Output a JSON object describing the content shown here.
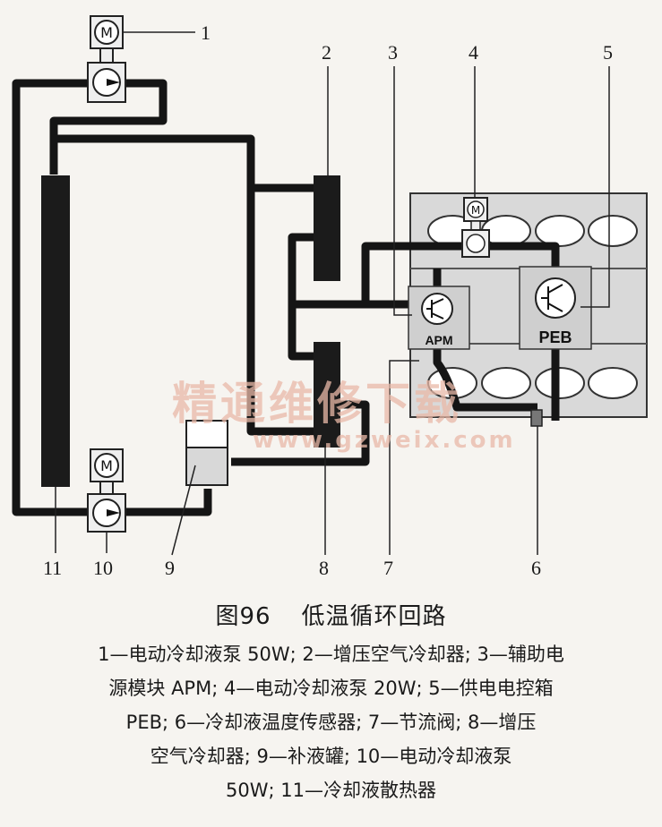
{
  "diagram": {
    "labels": {
      "n1": "1",
      "n2": "2",
      "n3": "3",
      "n4": "4",
      "n5": "5",
      "n6": "6",
      "n7": "7",
      "n8": "8",
      "n9": "9",
      "n10": "10",
      "n11": "11"
    },
    "components": {
      "apm": "APM",
      "peb": "PEB"
    },
    "watermark": {
      "text": "精通维修下载",
      "url": "www.gzweix.com"
    }
  },
  "caption": {
    "figure": "图96",
    "title": "低温循环回路",
    "legend_lines": [
      "1—电动冷却液泵 50W; 2—增压空气冷却器; 3—辅助电",
      "源模块 APM; 4—电动冷却液泵 20W; 5—供电电控箱",
      "PEB; 6—冷却液温度传感器; 7—节流阀; 8—增压",
      "空气冷却器; 9—补液罐; 10—电动冷却液泵",
      "50W; 11—冷却液散热器"
    ]
  }
}
